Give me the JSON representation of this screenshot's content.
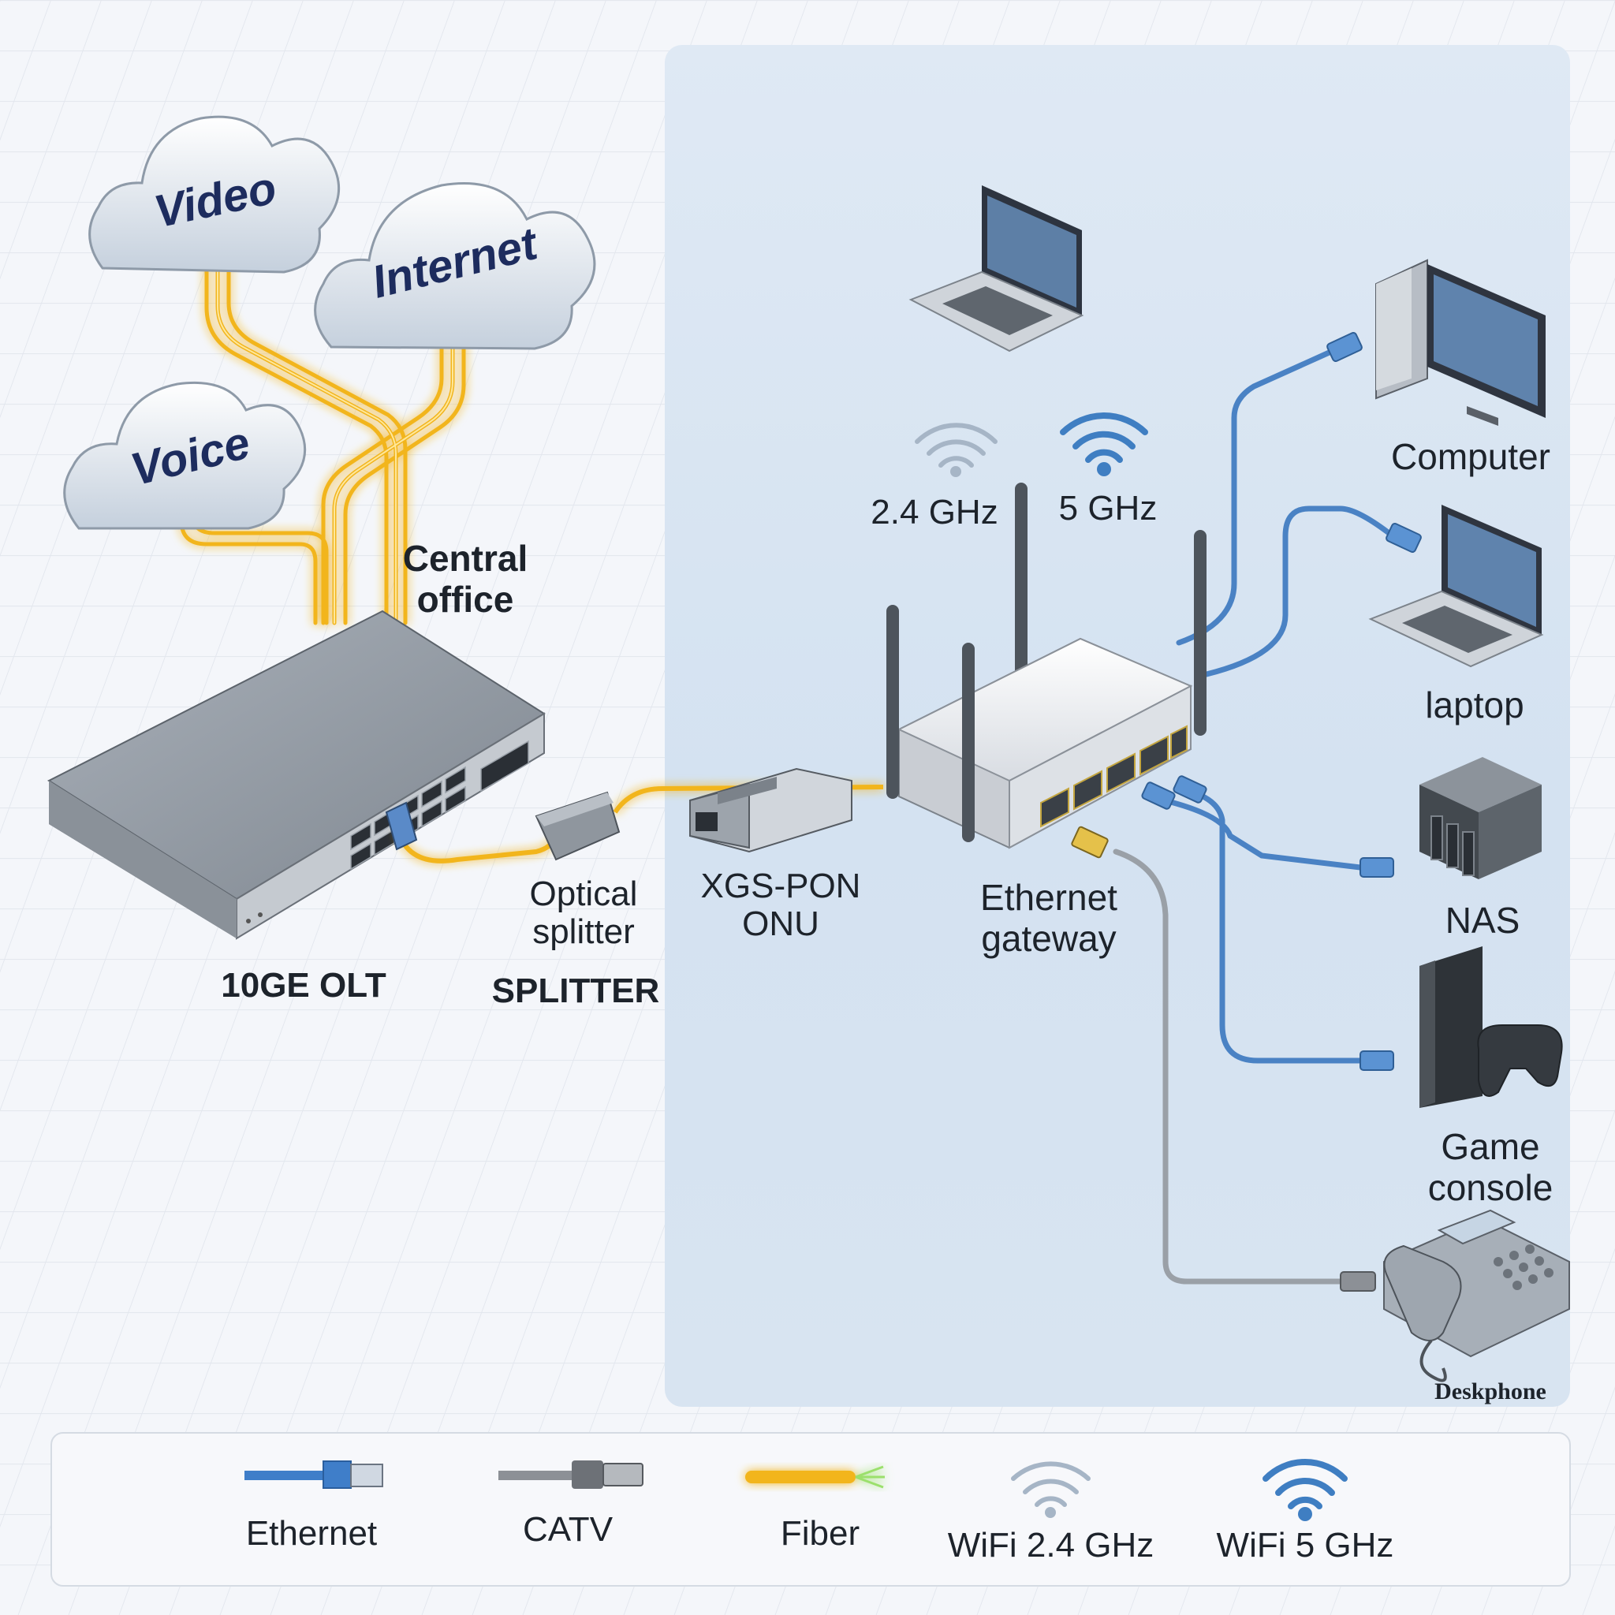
{
  "clouds": {
    "video": "Video",
    "internet": "Internet",
    "voice": "Voice"
  },
  "labels": {
    "central_office": "Central\noffice",
    "olt": "10GE OLT",
    "optical_splitter": "Optical\nsplitter",
    "splitter_caps": "SPLITTER",
    "onu": "XGS-PON\nONU",
    "gateway": "Ethernet\ngateway",
    "band_24": "2.4 GHz",
    "band_5": "5 GHz",
    "computer": "Computer",
    "laptop": "laptop",
    "nas": "NAS",
    "console": "Game\nconsole",
    "deskphone": "Deskphone"
  },
  "legend": [
    {
      "label": "Ethernet",
      "icon": "ethernet-cable-icon",
      "color": "#3f7ec9"
    },
    {
      "label": "CATV",
      "icon": "coax-cable-icon",
      "color": "#8c9096"
    },
    {
      "label": "Fiber",
      "icon": "fiber-cable-icon",
      "color": "#f2b51b"
    },
    {
      "label": "WiFi 2.4 GHz",
      "icon": "wifi-icon",
      "color": "#9fb2c8"
    },
    {
      "label": "WiFi 5 GHz",
      "icon": "wifi-icon",
      "color": "#3c7cc2"
    }
  ],
  "colors": {
    "fiber": "#f2b51b",
    "ethernet": "#4a82c4",
    "catv": "#9aa0a7",
    "cloud_text": "#1d2c5e",
    "panel": "#d9e5f2"
  }
}
